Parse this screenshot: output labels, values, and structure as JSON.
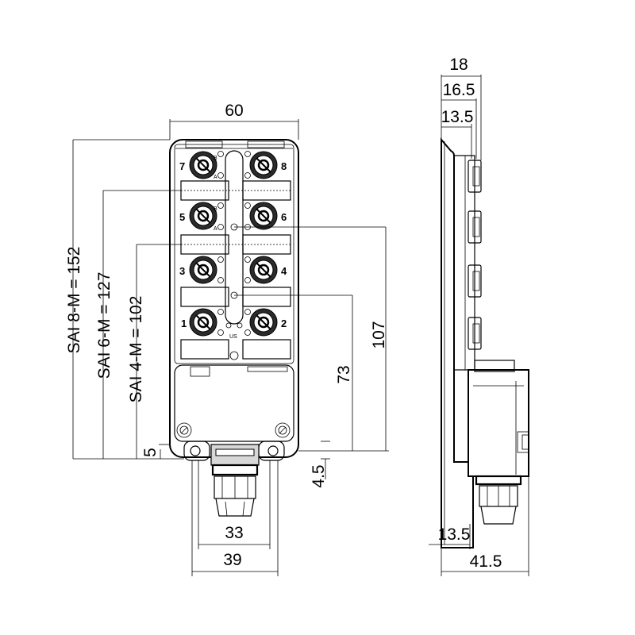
{
  "dimensions": {
    "front_width": "60",
    "sai8": "SAI 8-M = 152",
    "sai6": "SAI 6-M = 127",
    "sai4": "SAI 4-M = 102",
    "h107": "107",
    "h73": "73",
    "d5": "5",
    "d4_5": "4.5",
    "w33": "33",
    "w39": "39",
    "side_18": "18",
    "side_16_5": "16.5",
    "side_13_5_top": "13.5",
    "side_13_5_bottom": "13.5",
    "side_41_5": "41.5"
  },
  "ports": {
    "p7": "7",
    "p8": "8",
    "p5": "5",
    "p6": "6",
    "p3": "3",
    "p4": "4",
    "p1": "1",
    "p2": "2"
  },
  "pin_labels": {
    "b": "B",
    "a": "A"
  },
  "indicator_labels": {
    "us": "US"
  }
}
